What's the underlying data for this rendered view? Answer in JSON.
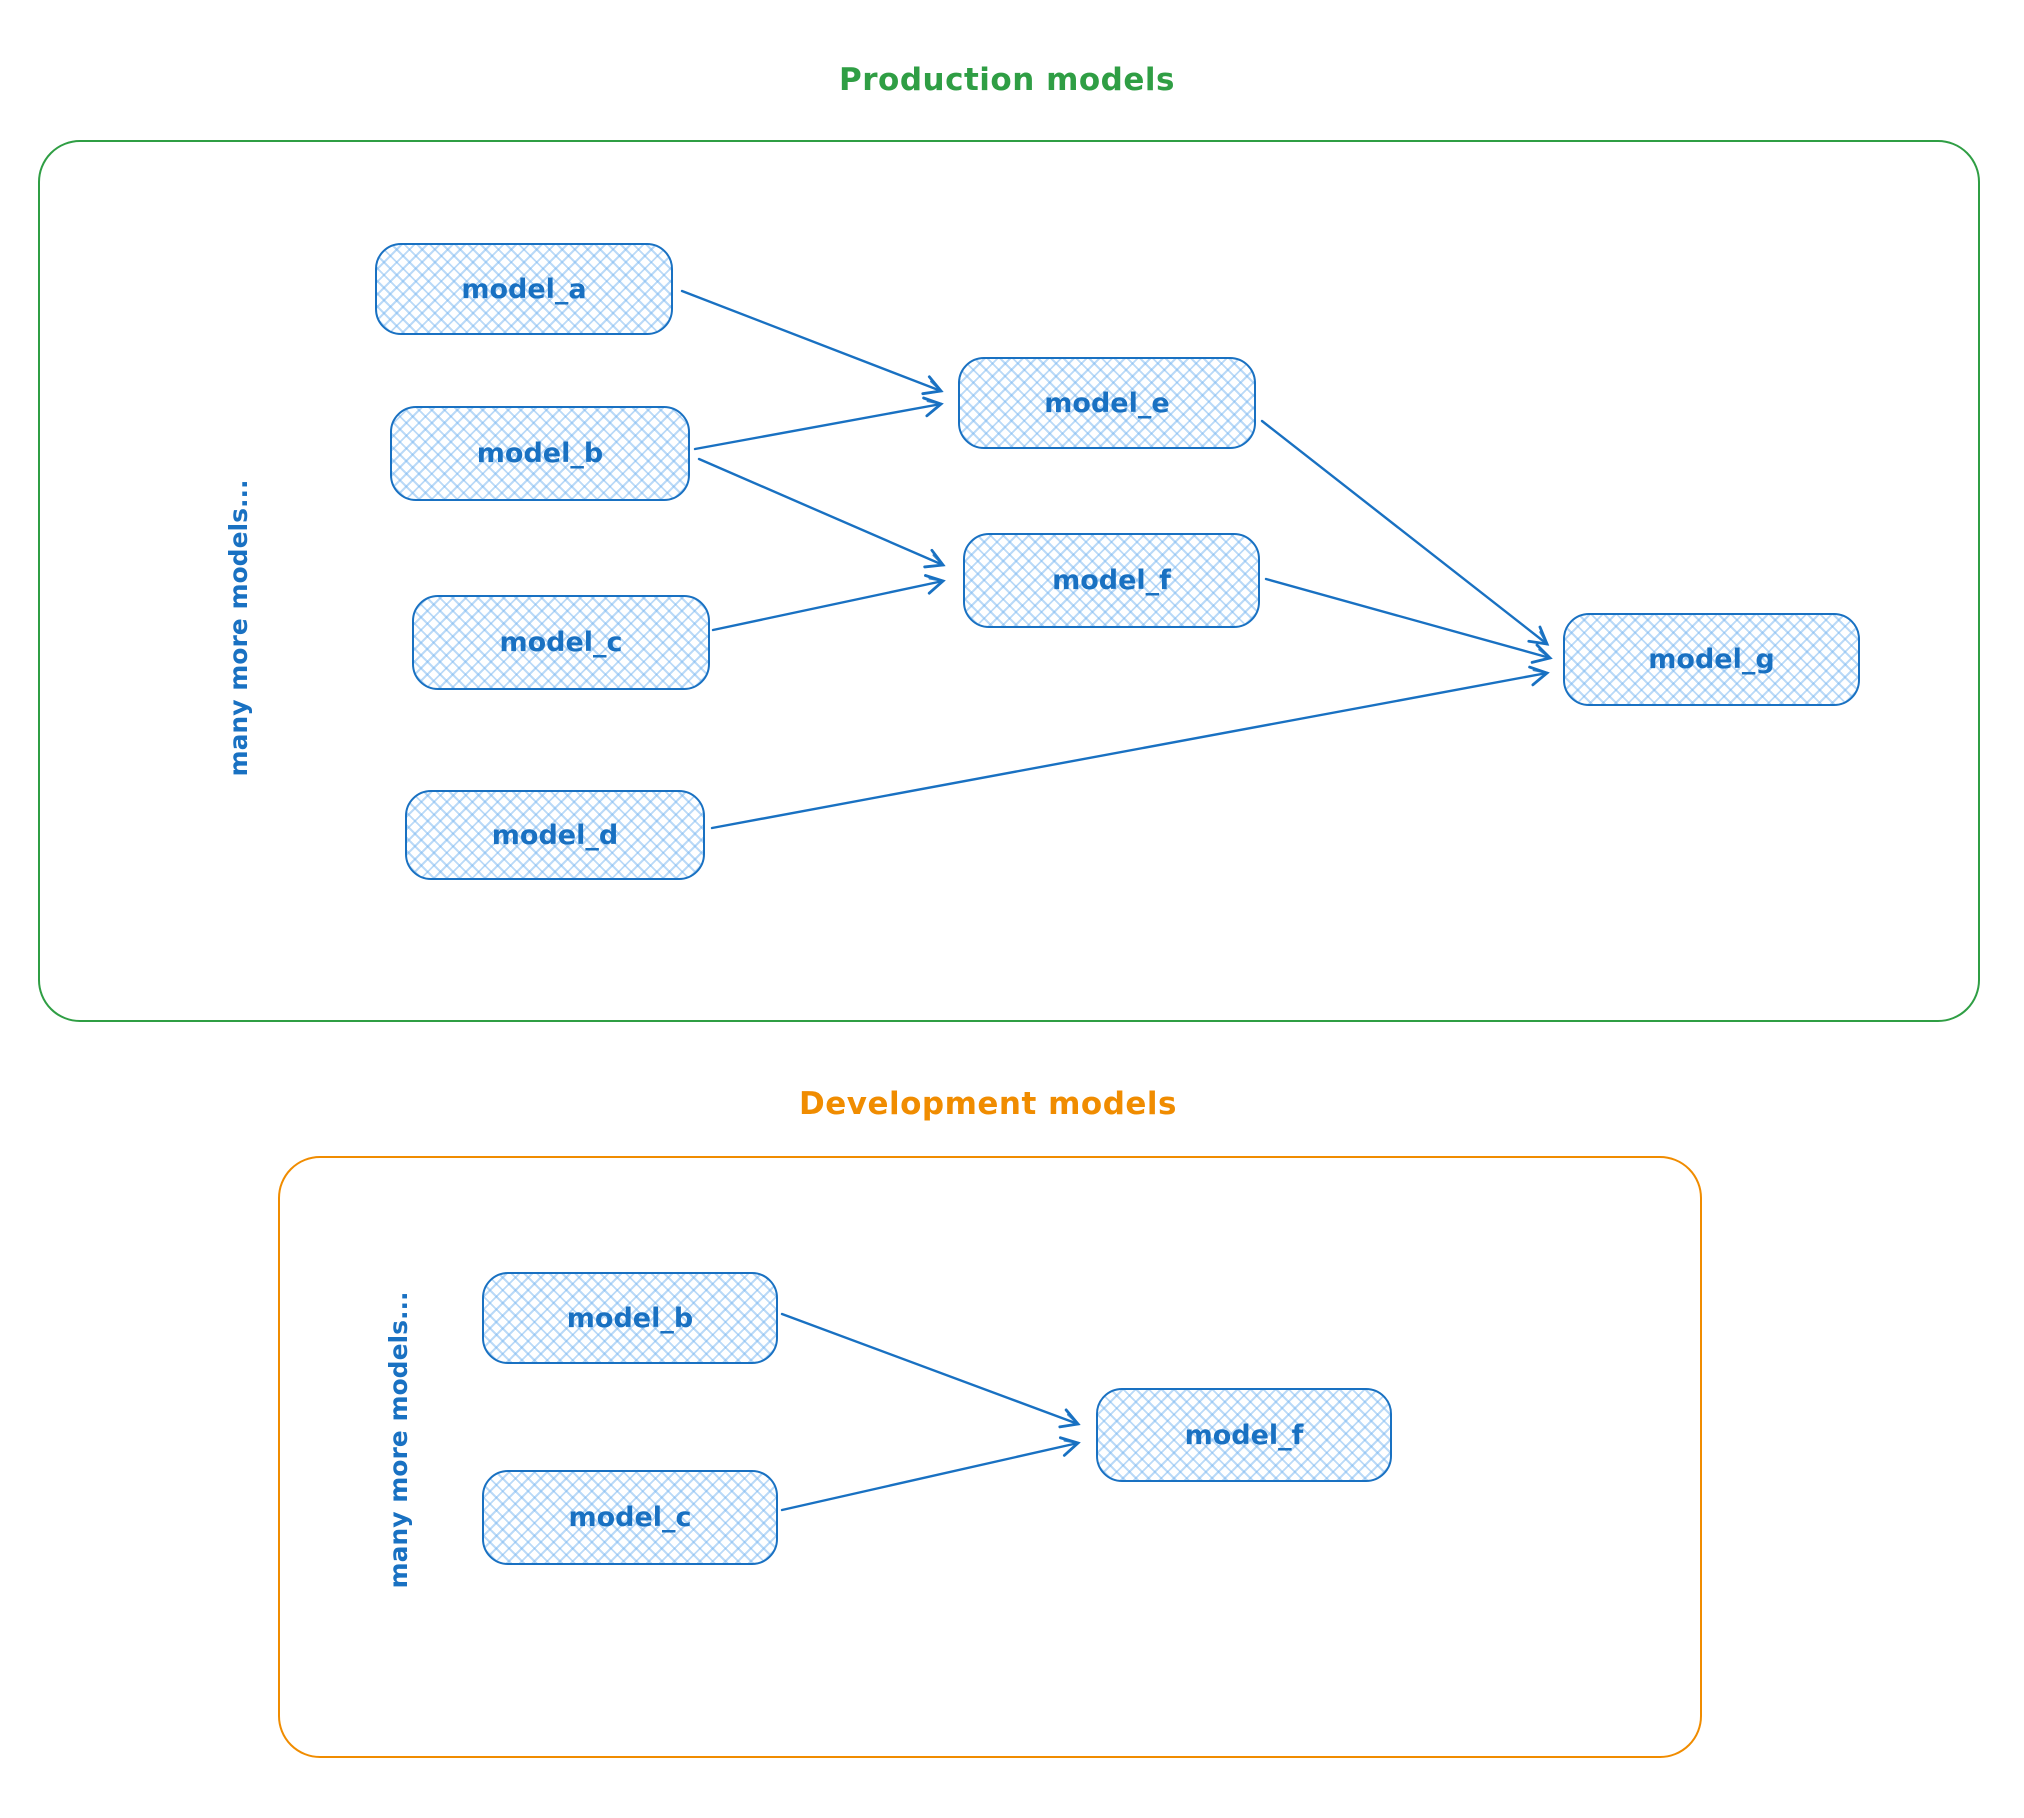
{
  "production": {
    "title": "Production models",
    "side_label": "many more models...",
    "accent_color": "#2f9e44",
    "nodes": [
      {
        "id": "model_a",
        "label": "model_a"
      },
      {
        "id": "model_b",
        "label": "model_b"
      },
      {
        "id": "model_c",
        "label": "model_c"
      },
      {
        "id": "model_d",
        "label": "model_d"
      },
      {
        "id": "model_e",
        "label": "model_e"
      },
      {
        "id": "model_f",
        "label": "model_f"
      },
      {
        "id": "model_g",
        "label": "model_g"
      }
    ],
    "edges": [
      {
        "from": "model_a",
        "to": "model_e"
      },
      {
        "from": "model_b",
        "to": "model_e"
      },
      {
        "from": "model_b",
        "to": "model_f"
      },
      {
        "from": "model_c",
        "to": "model_f"
      },
      {
        "from": "model_e",
        "to": "model_g"
      },
      {
        "from": "model_f",
        "to": "model_g"
      },
      {
        "from": "model_d",
        "to": "model_g"
      }
    ]
  },
  "development": {
    "title": "Development models",
    "side_label": "many more models...",
    "accent_color": "#f08c00",
    "nodes": [
      {
        "id": "model_b",
        "label": "model_b"
      },
      {
        "id": "model_c",
        "label": "model_c"
      },
      {
        "id": "model_f",
        "label": "model_f"
      }
    ],
    "edges": [
      {
        "from": "model_b",
        "to": "model_f"
      },
      {
        "from": "model_c",
        "to": "model_f"
      }
    ]
  },
  "colors": {
    "node_stroke": "#1971c2",
    "node_fill_hatch": "#a5d8ff",
    "arrow": "#1971c2",
    "production_accent": "#2f9e44",
    "development_accent": "#f08c00"
  }
}
